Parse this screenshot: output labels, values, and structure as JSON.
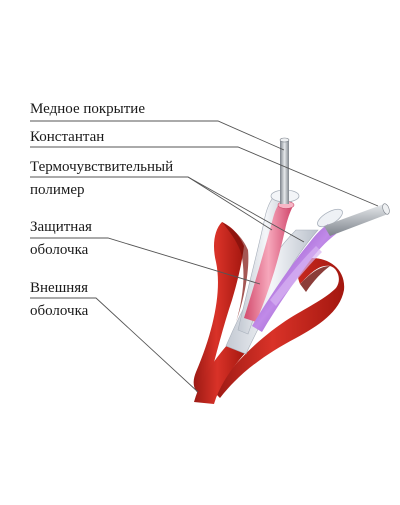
{
  "labels": {
    "copper_coating": "Медное покрытие",
    "constantan": "Константан",
    "thermo_polymer_line1": "Термочувствительный",
    "thermo_polymer_line2": "полимер",
    "protective_line1": "Защитная",
    "protective_line2": "оболочка",
    "outer_line1": "Внешняя",
    "outer_line2": "оболочка"
  },
  "colors": {
    "outer_jacket": "#c8261d",
    "outer_jacket_dark": "#8e1410",
    "protective_sheath": "#dfe3ea",
    "polymer_pink": "#e9748f",
    "polymer_violet": "#9a4fd0",
    "conductor_metal": "#a9aeb5",
    "leader_line": "#555555"
  }
}
